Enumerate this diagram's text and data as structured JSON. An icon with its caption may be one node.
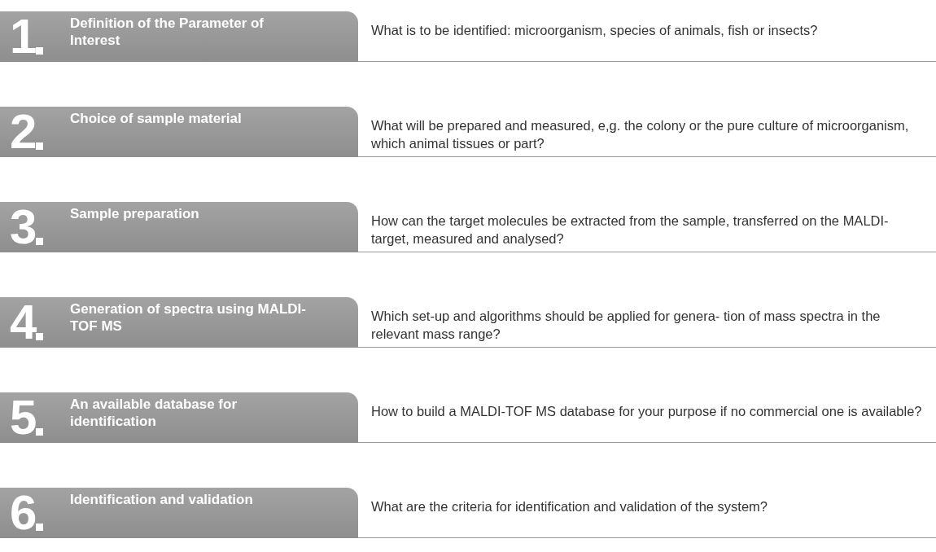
{
  "diagram": {
    "nodes": [
      {
        "text": [
          "1",
          "Definition of the Parameter of Interest"
        ],
        "beside": [
          "What is to be identified: microorganism, species of animals, fish or insects?"
        ]
      },
      {
        "text": [
          "2",
          "Choice of sample material"
        ],
        "beside": [
          "What will be prepared and measured, e,g. the colony or the pure culture of microorganism, which animal tissues or part?"
        ]
      },
      {
        "text": [
          "3",
          "Sample preparation"
        ],
        "beside": [
          "How can the target molecules be extracted from the sample, transferred on the MALDI-target, measured and analysed?"
        ]
      },
      {
        "text": [
          "4",
          "Generation of spectra using MALDI-TOF MS"
        ],
        "beside": [
          "Which set-up and algorithms should be applied for genera- tion of mass spectra in the relevant mass range?"
        ]
      },
      {
        "text": [
          "5",
          "An available database for identification"
        ],
        "beside": [
          "How to build a MALDI-TOF MS database for your purpose if no commercial one is available?"
        ]
      },
      {
        "text": [
          "6",
          "Identification and validation"
        ],
        "beside": [
          "What are the criteria for identification and validation of the system?"
        ]
      }
    ]
  }
}
